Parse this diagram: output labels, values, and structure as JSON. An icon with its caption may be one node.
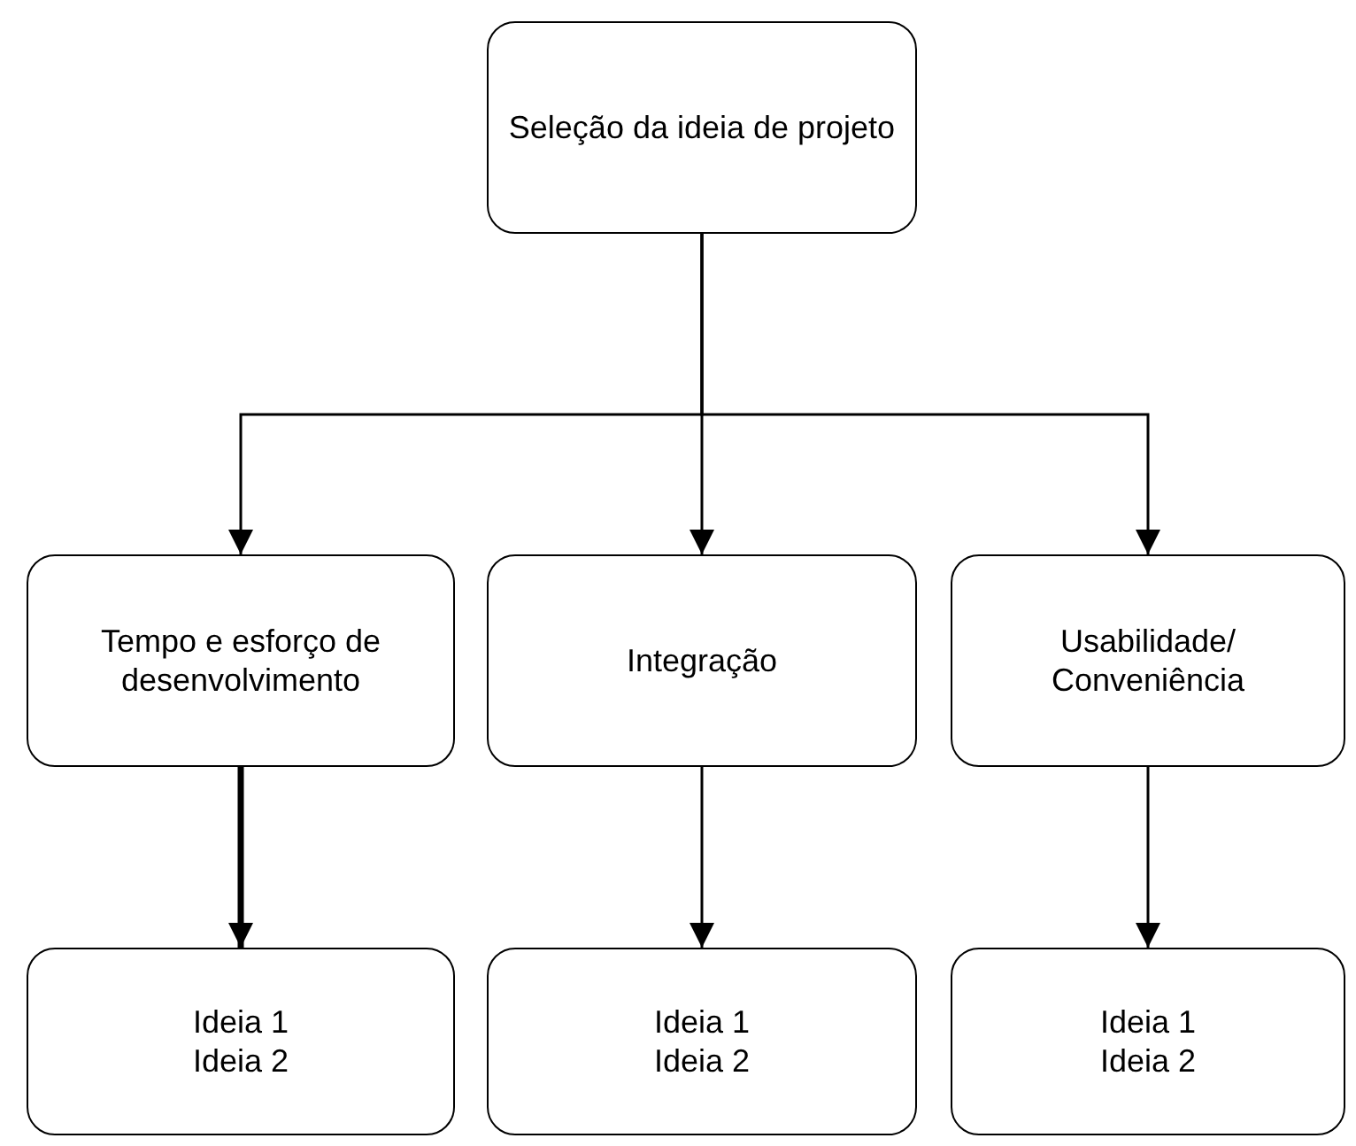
{
  "diagram": {
    "nodes": [
      {
        "text": [
          "Seleção da ideia de projeto"
        ]
      },
      {
        "text": [
          "Tempo e esforço de desenvolvimento"
        ]
      },
      {
        "text": [
          "Integração"
        ]
      },
      {
        "text": [
          "Usabilidade/ Conveniência"
        ]
      },
      {
        "text": [
          "Ideia 1",
          "Ideia 2"
        ]
      },
      {
        "text": [
          "Ideia 1",
          "Ideia 2"
        ]
      },
      {
        "text": [
          "Ideia 1",
          "Ideia 2"
        ]
      }
    ],
    "edges": [
      {
        "from": 0,
        "to": 1,
        "arrow": "to"
      },
      {
        "from": 0,
        "to": 2,
        "arrow": "to"
      },
      {
        "from": 0,
        "to": 3,
        "arrow": "to"
      },
      {
        "from": 1,
        "to": 4,
        "arrow": "to",
        "style": "thick"
      },
      {
        "from": 2,
        "to": 5,
        "arrow": "to"
      },
      {
        "from": 3,
        "to": 6,
        "arrow": "to"
      }
    ]
  }
}
